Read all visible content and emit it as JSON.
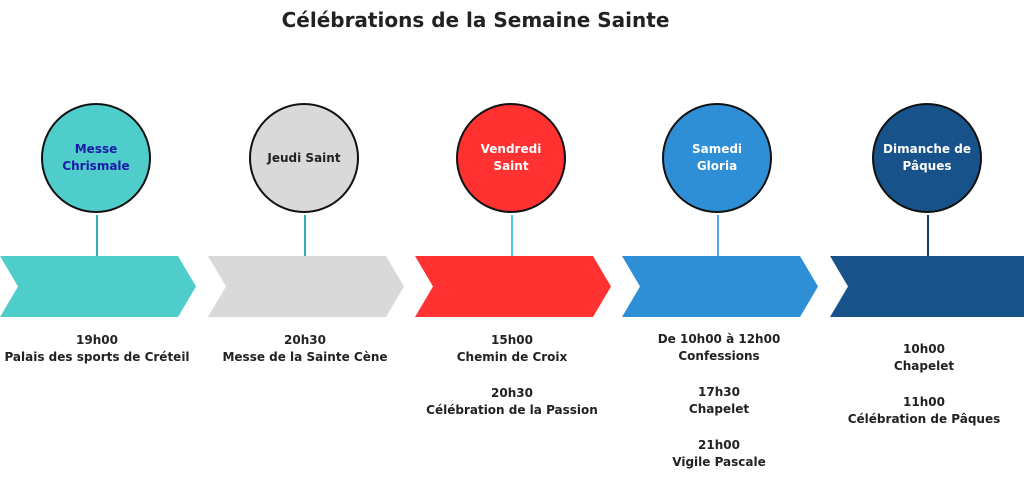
{
  "title": "Célébrations de la Semaine Sainte",
  "stages": [
    {
      "label": "Messe Chrismale",
      "circle_color": "#4ecdcb",
      "text_color": "#1a1aa6",
      "arrow_color": "#4ecdcb",
      "connector_color": "#3aa9b5",
      "events": [
        {
          "time": "19h00",
          "desc": "Palais des sports de Créteil"
        }
      ]
    },
    {
      "label": "Jeudi Saint",
      "circle_color": "#d9d9d9",
      "text_color": "#222222",
      "arrow_color": "#d9d9d9",
      "connector_color": "#3aa9b5",
      "events": [
        {
          "time": "20h30",
          "desc": "Messe de la Sainte Cène"
        }
      ]
    },
    {
      "label": "Vendredi Saint",
      "circle_color": "#ff3131",
      "text_color": "#ffffff",
      "arrow_color": "#ff3131",
      "connector_color": "#52c8e0",
      "events": [
        {
          "time": "15h00",
          "desc": "Chemin de Croix"
        },
        {
          "time": "20h30",
          "desc": "Célébration de la Passion"
        }
      ]
    },
    {
      "label": "Samedi Gloria",
      "circle_color": "#2e8fd6",
      "text_color": "#ffffff",
      "arrow_color": "#2e8fd6",
      "connector_color": "#52a8e0",
      "events": [
        {
          "time": "De 10h00 à 12h00",
          "desc": "Confessions"
        },
        {
          "time": "17h30",
          "desc": "Chapelet"
        },
        {
          "time": "21h00",
          "desc": "Vigile Pascale"
        }
      ]
    },
    {
      "label": "Dimanche de Pâques",
      "circle_color": "#17528a",
      "text_color": "#ffffff",
      "arrow_color": "#17528a",
      "connector_color": "#1a3f66",
      "events": [
        {
          "time": "10h00",
          "desc": "Chapelet"
        },
        {
          "time": "11h00",
          "desc": "Célébration de  Pâques"
        }
      ]
    }
  ]
}
